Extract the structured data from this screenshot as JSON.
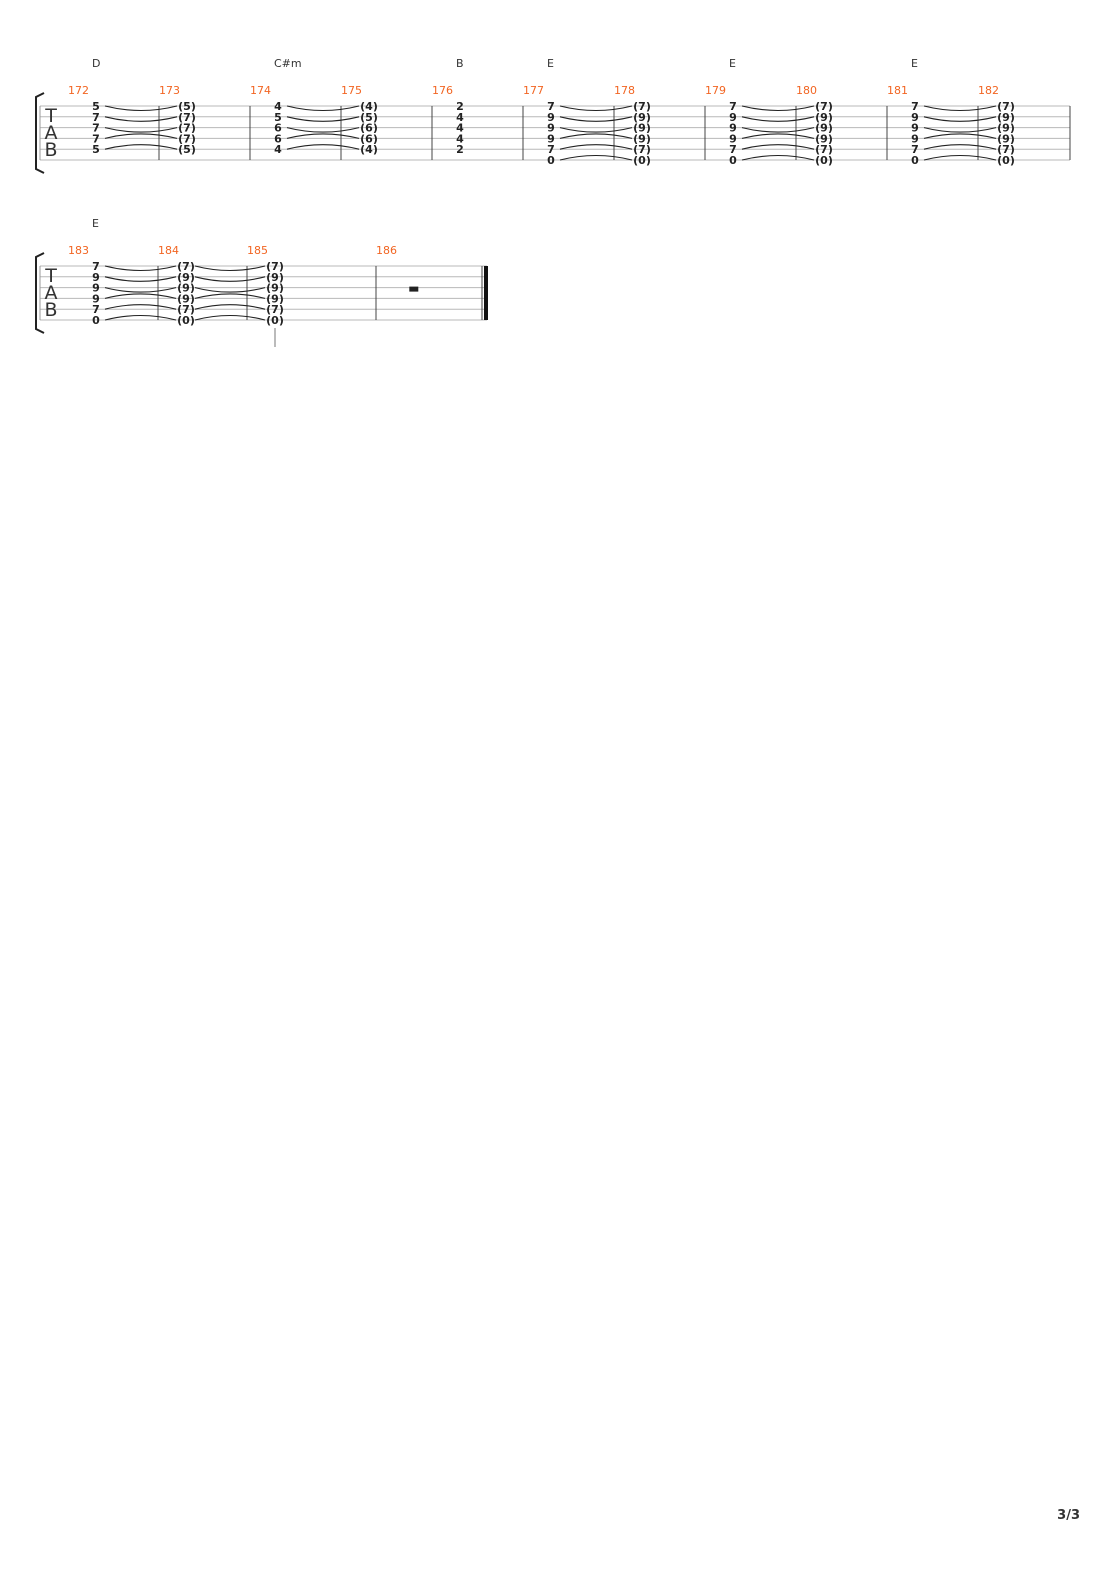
{
  "colors": {
    "measure_number": "#f26522",
    "staff_line": "#b8b8b8",
    "text": "#222222"
  },
  "clef": [
    "T",
    "A",
    "B"
  ],
  "page_number": "3/3",
  "systems": [
    {
      "measures": [
        {
          "number": "172",
          "chord": "D",
          "notes": [
            [
              "5",
              "7",
              "7",
              "7",
              "5"
            ]
          ],
          "strings": [
            0,
            1,
            2,
            3,
            4
          ],
          "tied_from_prev": false
        },
        {
          "number": "173",
          "chord": "",
          "notes": [
            [
              "(5)",
              "(7)",
              "(7)",
              "(7)",
              "(5)"
            ]
          ],
          "strings": [
            0,
            1,
            2,
            3,
            4
          ],
          "tied_from_prev": true
        },
        {
          "number": "174",
          "chord": "C#m",
          "notes": [
            [
              "4",
              "5",
              "6",
              "6",
              "4"
            ]
          ],
          "strings": [
            0,
            1,
            2,
            3,
            4
          ],
          "tied_from_prev": false
        },
        {
          "number": "175",
          "chord": "",
          "notes": [
            [
              "(4)",
              "(5)",
              "(6)",
              "(6)",
              "(4)"
            ]
          ],
          "strings": [
            0,
            1,
            2,
            3,
            4
          ],
          "tied_from_prev": true
        },
        {
          "number": "176",
          "chord": "B",
          "notes": [
            [
              "2",
              "4",
              "4",
              "4",
              "2"
            ]
          ],
          "strings": [
            0,
            1,
            2,
            3,
            4
          ],
          "tied_from_prev": false
        },
        {
          "number": "177",
          "chord": "E",
          "notes": [
            [
              "7",
              "9",
              "9",
              "9",
              "7",
              "0"
            ]
          ],
          "strings": [
            0,
            1,
            2,
            3,
            4,
            5
          ],
          "tied_from_prev": false
        },
        {
          "number": "178",
          "chord": "",
          "notes": [
            [
              "(7)",
              "(9)",
              "(9)",
              "(9)",
              "(7)",
              "(0)"
            ]
          ],
          "strings": [
            0,
            1,
            2,
            3,
            4,
            5
          ],
          "tied_from_prev": true
        },
        {
          "number": "179",
          "chord": "E",
          "notes": [
            [
              "7",
              "9",
              "9",
              "9",
              "7",
              "0"
            ]
          ],
          "strings": [
            0,
            1,
            2,
            3,
            4,
            5
          ],
          "tied_from_prev": false
        },
        {
          "number": "180",
          "chord": "",
          "notes": [
            [
              "(7)",
              "(9)",
              "(9)",
              "(9)",
              "(7)",
              "(0)"
            ]
          ],
          "strings": [
            0,
            1,
            2,
            3,
            4,
            5
          ],
          "tied_from_prev": true
        },
        {
          "number": "181",
          "chord": "E",
          "notes": [
            [
              "7",
              "9",
              "9",
              "9",
              "7",
              "0"
            ]
          ],
          "strings": [
            0,
            1,
            2,
            3,
            4,
            5
          ],
          "tied_from_prev": false
        },
        {
          "number": "182",
          "chord": "",
          "notes": [
            [
              "(7)",
              "(9)",
              "(9)",
              "(9)",
              "(7)",
              "(0)"
            ]
          ],
          "strings": [
            0,
            1,
            2,
            3,
            4,
            5
          ],
          "tied_from_prev": true
        }
      ]
    },
    {
      "measures": [
        {
          "number": "183",
          "chord": "E",
          "notes": [
            [
              "7",
              "9",
              "9",
              "9",
              "7",
              "0"
            ]
          ],
          "strings": [
            0,
            1,
            2,
            3,
            4,
            5
          ],
          "tied_from_prev": false
        },
        {
          "number": "184",
          "chord": "",
          "notes": [
            [
              "(7)",
              "(9)",
              "(9)",
              "(9)",
              "(7)",
              "(0)"
            ]
          ],
          "strings": [
            0,
            1,
            2,
            3,
            4,
            5
          ],
          "tied_from_prev": true
        },
        {
          "number": "185",
          "chord": "",
          "notes": [
            [
              "(7)",
              "(9)",
              "(9)",
              "(9)",
              "(7)",
              "(0)"
            ]
          ],
          "strings": [
            0,
            1,
            2,
            3,
            4,
            5
          ],
          "tied_from_prev": true,
          "stem": true
        },
        {
          "number": "186",
          "chord": "",
          "notes": [],
          "strings": [],
          "tied_from_prev": true,
          "rest": true
        }
      ]
    }
  ]
}
